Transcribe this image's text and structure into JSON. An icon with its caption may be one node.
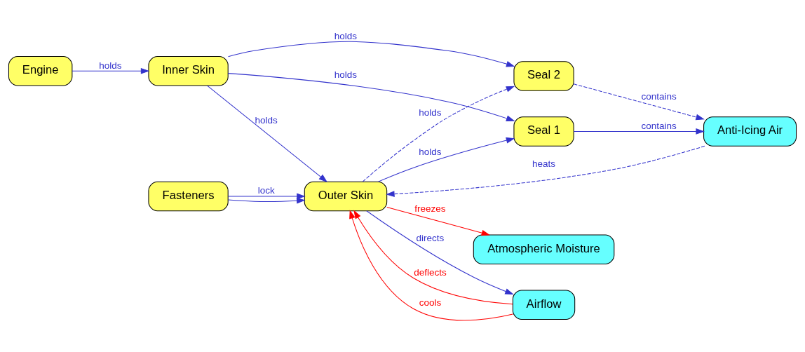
{
  "diagram": {
    "nodes": [
      {
        "text": [
          "Fasteners"
        ]
      },
      {
        "text": [
          "Seal 2"
        ]
      },
      {
        "text": [
          "Airflow"
        ]
      },
      {
        "text": [
          "Outer Skin"
        ]
      },
      {
        "text": [
          "Inner Skin"
        ]
      },
      {
        "text": [
          "Anti-Icing Air"
        ]
      },
      {
        "text": [
          "Atmospheric Moisture"
        ]
      },
      {
        "text": [
          "Engine"
        ]
      },
      {
        "text": [
          "Seal 1"
        ]
      }
    ],
    "edges": [
      {
        "from": 0,
        "to": 3,
        "arrow": "to",
        "label": "lock"
      },
      {
        "from": 0,
        "to": 3,
        "arrow": "to"
      },
      {
        "from": 3,
        "to": 1,
        "arrow": "to",
        "label": "holds",
        "style": "dashed"
      },
      {
        "from": 1,
        "to": 5,
        "arrow": "to",
        "label": "contains",
        "style": "dashed"
      },
      {
        "from": 4,
        "to": 1,
        "arrow": "to",
        "label": "holds"
      },
      {
        "from": 3,
        "to": 2,
        "arrow": "to",
        "label": "directs"
      },
      {
        "from": 2,
        "to": 3,
        "arrow": "to",
        "label": "deflects",
        "color": "#ff0000"
      },
      {
        "from": 4,
        "to": 3,
        "arrow": "to",
        "label": "holds"
      },
      {
        "from": 5,
        "to": 3,
        "arrow": "to",
        "label": "heats",
        "style": "dashed"
      },
      {
        "from": 2,
        "to": 3,
        "arrow": "to",
        "label": "cools",
        "color": "#ff0000"
      },
      {
        "from": 3,
        "to": 6,
        "arrow": "to",
        "label": "freezes",
        "color": "#ff0000"
      },
      {
        "from": 3,
        "to": 8,
        "arrow": "to",
        "label": "holds"
      },
      {
        "from": 8,
        "to": 5,
        "arrow": "to",
        "label": "contains"
      },
      {
        "from": 4,
        "to": 8,
        "arrow": "to",
        "label": "holds"
      },
      {
        "from": 7,
        "to": 4,
        "arrow": "to",
        "label": "holds"
      }
    ]
  }
}
